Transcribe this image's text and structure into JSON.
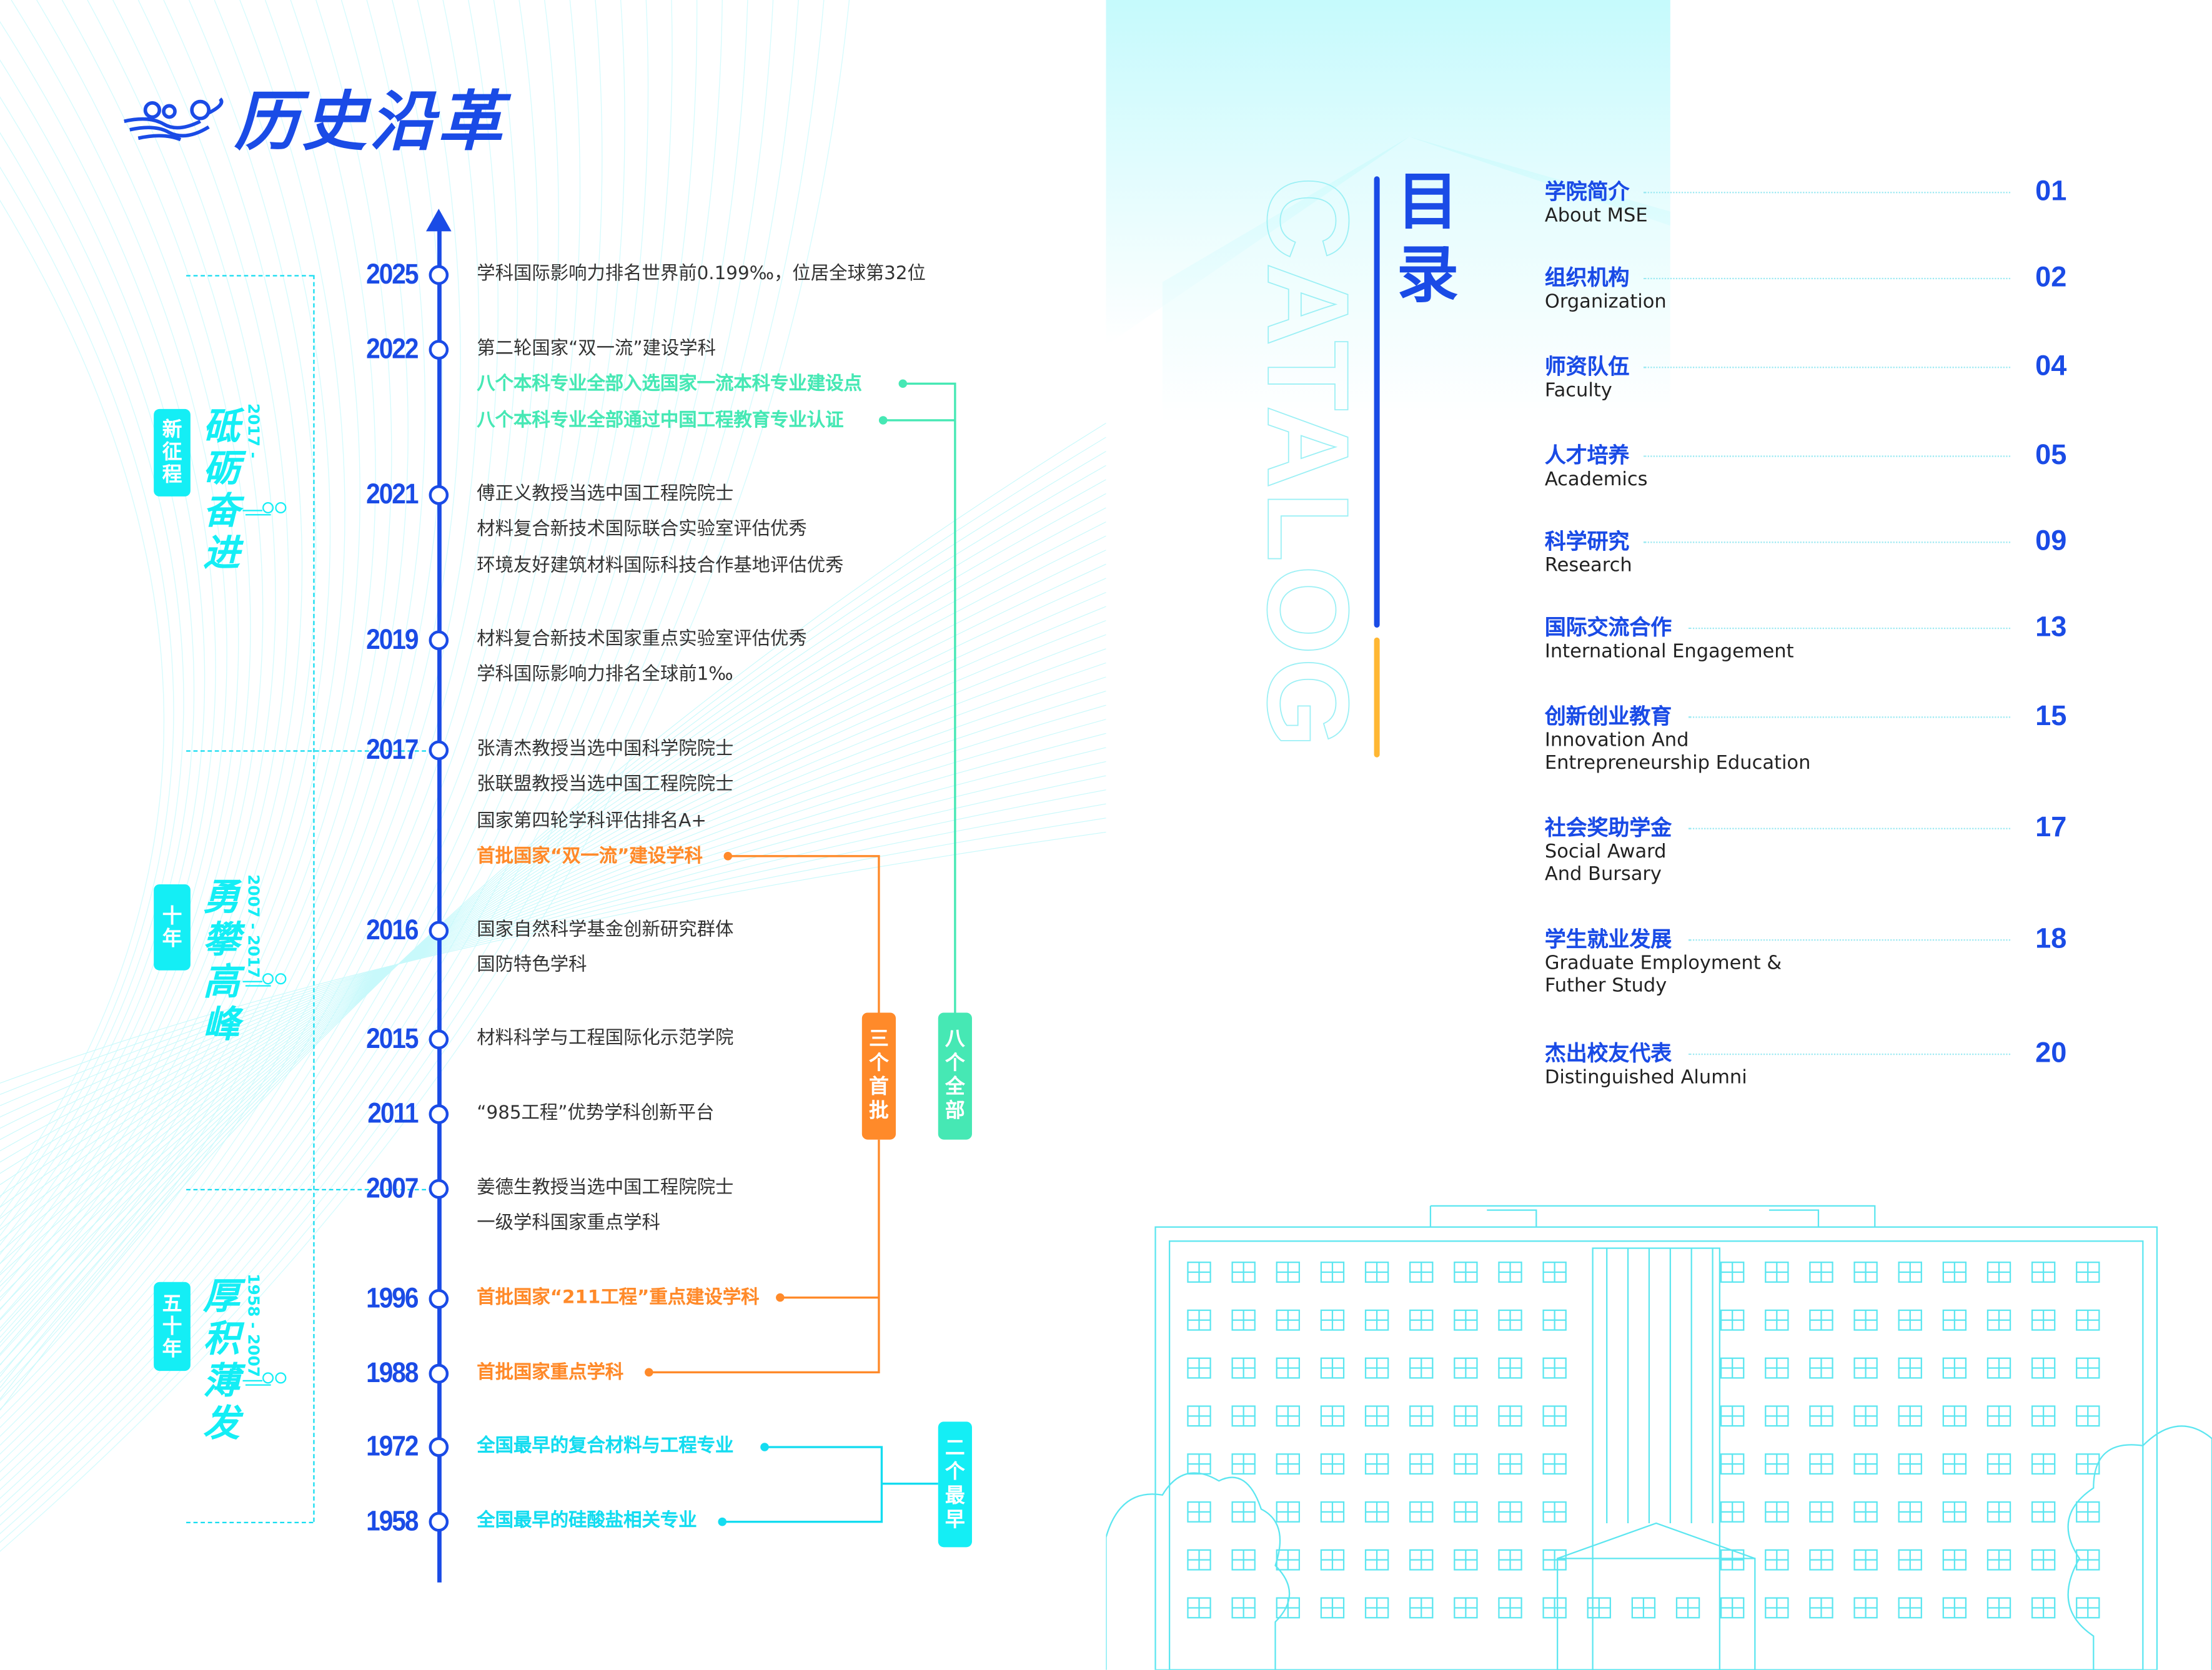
{
  "left_page": {
    "title": "历史沿革",
    "eras": [
      {
        "badge": "新征程",
        "name": "砥砺奋进",
        "years": "2017 -"
      },
      {
        "badge": "十年",
        "name": "勇攀高峰",
        "years": "2007 - 2017"
      },
      {
        "badge": "五十年",
        "name": "厚积薄发",
        "years": "1958 - 2007"
      }
    ],
    "timeline": [
      {
        "year": "2025",
        "events": [
          {
            "text": "学科国际影响力排名世界前0.199‰，位居全球第32位",
            "style": "normal"
          }
        ]
      },
      {
        "year": "2022",
        "events": [
          {
            "text": "第二轮国家“双一流”建设学科",
            "style": "normal"
          },
          {
            "text": "八个本科专业全部入选国家一流本科专业建设点",
            "style": "green"
          },
          {
            "text": "八个本科专业全部通过中国工程教育专业认证",
            "style": "green"
          }
        ]
      },
      {
        "year": "2021",
        "events": [
          {
            "text": "傅正义教授当选中国工程院院士",
            "style": "normal"
          },
          {
            "text": "材料复合新技术国际联合实验室评估优秀",
            "style": "normal"
          },
          {
            "text": "环境友好建筑材料国际科技合作基地评估优秀",
            "style": "normal"
          }
        ]
      },
      {
        "year": "2019",
        "events": [
          {
            "text": "材料复合新技术国家重点实验室评估优秀",
            "style": "normal"
          },
          {
            "text": "学科国际影响力排名全球前1‰",
            "style": "normal"
          }
        ]
      },
      {
        "year": "2017",
        "events": [
          {
            "text": "张清杰教授当选中国科学院院士",
            "style": "normal"
          },
          {
            "text": "张联盟教授当选中国工程院院士",
            "style": "normal"
          },
          {
            "text": "国家第四轮学科评估排名A+",
            "style": "normal"
          },
          {
            "text": "首批国家“双一流”建设学科",
            "style": "orange"
          }
        ]
      },
      {
        "year": "2016",
        "events": [
          {
            "text": "国家自然科学基金创新研究群体",
            "style": "normal"
          },
          {
            "text": "国防特色学科",
            "style": "normal"
          }
        ]
      },
      {
        "year": "2015",
        "events": [
          {
            "text": "材料科学与工程国际化示范学院",
            "style": "normal"
          }
        ]
      },
      {
        "year": "2011",
        "events": [
          {
            "text": "“985工程”优势学科创新平台",
            "style": "normal"
          }
        ]
      },
      {
        "year": "2007",
        "events": [
          {
            "text": "姜德生教授当选中国工程院院士",
            "style": "normal"
          },
          {
            "text": "一级学科国家重点学科",
            "style": "normal"
          }
        ]
      },
      {
        "year": "1996",
        "events": [
          {
            "text": "首批国家“211工程”重点建设学科",
            "style": "orange"
          }
        ]
      },
      {
        "year": "1988",
        "events": [
          {
            "text": "首批国家重点学科",
            "style": "orange"
          }
        ]
      },
      {
        "year": "1972",
        "events": [
          {
            "text": "全国最早的复合材料与工程专业",
            "style": "cyan"
          }
        ]
      },
      {
        "year": "1958",
        "events": [
          {
            "text": "全国最早的硅酸盐相关专业",
            "style": "cyan"
          }
        ]
      }
    ],
    "brackets": {
      "all_eight": "八个全部",
      "three_firsts": "三个首批",
      "two_earliest": "二个最早"
    },
    "colors": {
      "blue": "#1a4be6",
      "green": "#46e8b4",
      "orange": "#ff8a2a",
      "cyan": "#14dcf0"
    }
  },
  "right_page": {
    "title": "目录",
    "watermark": "CATALOG",
    "toc": [
      {
        "cn": "学院简介",
        "en": "About MSE",
        "page": "01"
      },
      {
        "cn": "组织机构",
        "en": "Organization",
        "page": "02"
      },
      {
        "cn": "师资队伍",
        "en": "Faculty",
        "page": "04"
      },
      {
        "cn": "人才培养",
        "en": "Academics",
        "page": "05"
      },
      {
        "cn": "科学研究",
        "en": "Research",
        "page": "09"
      },
      {
        "cn": "国际交流合作",
        "en": "International Engagement",
        "page": "13"
      },
      {
        "cn": "创新创业教育",
        "en": "Innovation And\nEntrepreneurship Education",
        "page": "15"
      },
      {
        "cn": "社会奖助学金",
        "en": "Social Award\nAnd Bursary",
        "page": "17"
      },
      {
        "cn": "学生就业发展",
        "en": "Graduate Employment &\nFuther Study",
        "page": "18"
      },
      {
        "cn": "杰出校友代表",
        "en": "Distinguished Alumni",
        "page": "20"
      }
    ]
  }
}
